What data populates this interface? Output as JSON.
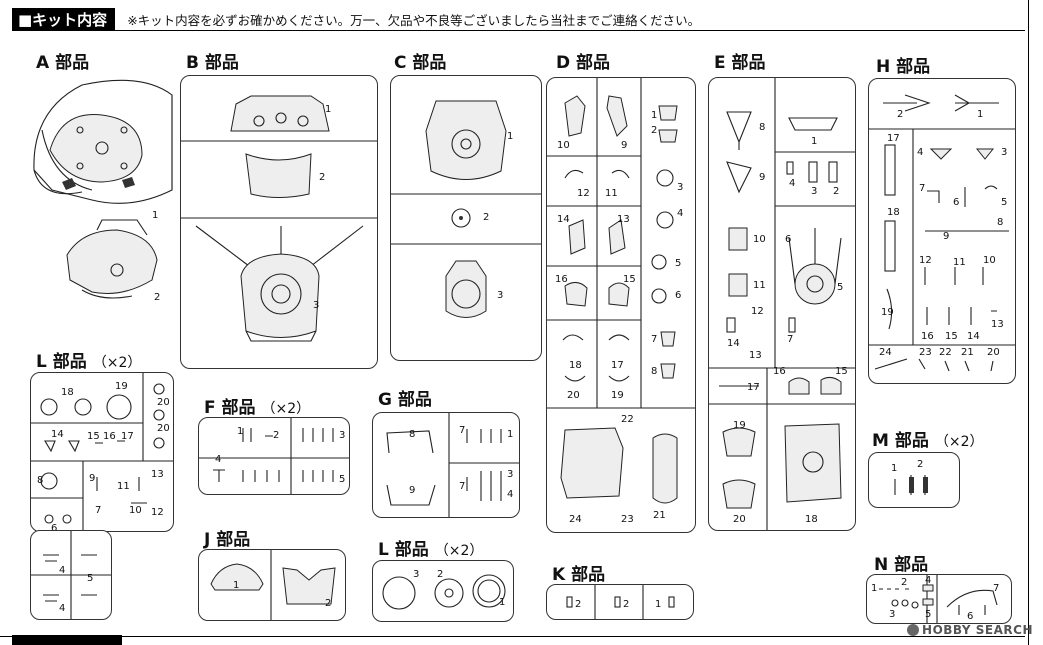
{
  "header": {
    "title": "■キット内容",
    "note": "※キット内容を必ずお確かめください。万一、欠品や不良等ございましたら当社までご連絡ください。"
  },
  "sections": [
    {
      "id": "A",
      "title": "A 部品",
      "parts": [
        "1",
        "2"
      ]
    },
    {
      "id": "B",
      "title": "B 部品",
      "parts": [
        "1",
        "2",
        "3"
      ]
    },
    {
      "id": "C",
      "title": "C 部品",
      "parts": [
        "1",
        "2",
        "3"
      ]
    },
    {
      "id": "D",
      "title": "D 部品",
      "parts": [
        "10",
        "9",
        "1",
        "2",
        "12",
        "11",
        "3",
        "14",
        "13",
        "4",
        "16",
        "15",
        "5",
        "6",
        "18",
        "17",
        "7",
        "20",
        "19",
        "8",
        "22",
        "24",
        "23",
        "21"
      ]
    },
    {
      "id": "E",
      "title": "E 部品",
      "parts": [
        "8",
        "1",
        "9",
        "4",
        "3",
        "2",
        "10",
        "6",
        "11",
        "5",
        "12",
        "14",
        "13",
        "7",
        "17",
        "16",
        "15",
        "19",
        "20",
        "18"
      ]
    },
    {
      "id": "H",
      "title": "H 部品",
      "parts": [
        "2",
        "1",
        "17",
        "4",
        "3",
        "7",
        "6",
        "5",
        "18",
        "8",
        "9",
        "12",
        "11",
        "10",
        "19",
        "16",
        "15",
        "14",
        "13",
        "24",
        "23",
        "22",
        "21",
        "20"
      ]
    },
    {
      "id": "L",
      "title": "L 部品",
      "qty": "（×2）",
      "parts": [
        "18",
        "19",
        "20",
        "20",
        "14",
        "15",
        "16",
        "17",
        "8",
        "9",
        "11",
        "13",
        "10",
        "12",
        "6",
        "7",
        "4",
        "5",
        "4"
      ]
    },
    {
      "id": "F",
      "title": "F 部品",
      "qty": "（×2）",
      "parts": [
        "1",
        "2",
        "3",
        "4",
        "5"
      ]
    },
    {
      "id": "G",
      "title": "G 部品",
      "parts": [
        "8",
        "7",
        "1",
        "9",
        "3",
        "7",
        "4"
      ]
    },
    {
      "id": "J",
      "title": "J 部品",
      "parts": [
        "1",
        "2"
      ]
    },
    {
      "id": "L2",
      "title": "L 部品",
      "qty": "（×2）",
      "parts": [
        "3",
        "2",
        "1"
      ]
    },
    {
      "id": "K",
      "title": "K 部品",
      "parts": [
        "2",
        "2",
        "1"
      ]
    },
    {
      "id": "M",
      "title": "M 部品",
      "qty": "（×2）",
      "parts": [
        "1",
        "2"
      ]
    },
    {
      "id": "N",
      "title": "N 部品",
      "parts": [
        "1",
        "2",
        "4",
        "3",
        "5",
        "6",
        "7"
      ]
    }
  ],
  "footer": {
    "watermark": "HOBBY SEARCH"
  }
}
